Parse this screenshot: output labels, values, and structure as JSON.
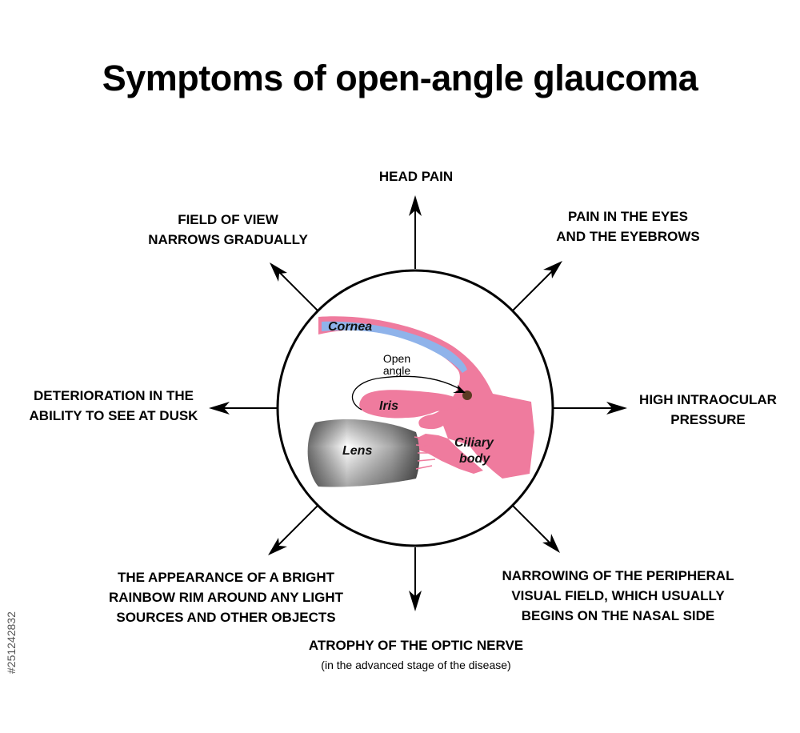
{
  "title": "Symptoms of open-angle glaucoma",
  "symptoms": {
    "top": [
      "HEAD PAIN"
    ],
    "top_right": [
      "PAIN IN THE EYES",
      "AND THE EYEBROWS"
    ],
    "right": [
      "HIGH INTRAOCULAR",
      "PRESSURE"
    ],
    "bottom_right": [
      "NARROWING OF THE PERIPHERAL",
      "VISUAL FIELD, WHICH USUALLY",
      "BEGINS ON THE NASAL SIDE"
    ],
    "bottom": [
      "ATROPHY OF THE OPTIC NERVE"
    ],
    "bottom_note": "(in the advanced stage of the disease)",
    "bottom_left": [
      "THE APPEARANCE OF A BRIGHT",
      "RAINBOW RIM AROUND ANY LIGHT",
      "SOURCES AND OTHER OBJECTS"
    ],
    "left": [
      "DETERIORATION IN THE",
      "ABILITY TO SEE AT DUSK"
    ],
    "top_left": [
      "FIELD OF VIEW",
      "NARROWS GRADUALLY"
    ]
  },
  "anatomy": {
    "cornea": "Cornea",
    "open_angle": [
      "Open",
      "angle"
    ],
    "iris": "Iris",
    "lens": "Lens",
    "ciliary_body": [
      "Ciliary",
      "body"
    ]
  },
  "colors": {
    "tissue_pink": "#ef7b9e",
    "cornea_blue": "#8fb3ea",
    "outline": "#000000"
  },
  "stock_id": "#251242832"
}
